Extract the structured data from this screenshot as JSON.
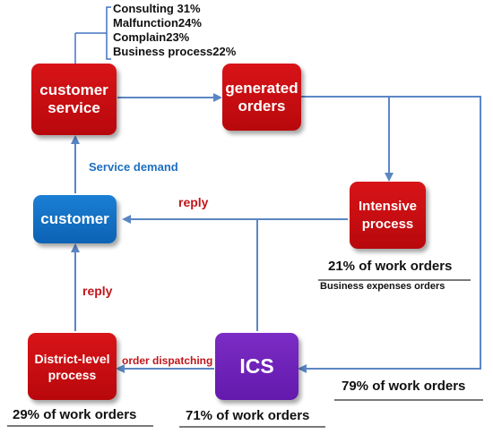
{
  "legend": {
    "items": [
      "Consulting 31%",
      "Malfunction24%",
      "Complain23%",
      "Business process22%"
    ]
  },
  "nodes": {
    "customer_service": "customer service",
    "generated_orders": "generated orders",
    "intensive_process": "Intensive process",
    "customer": "customer",
    "ics": "ICS",
    "district_process": "District-level process"
  },
  "edge_labels": {
    "service_demand": "Service demand",
    "reply_top": "reply",
    "reply_left": "reply",
    "order_dispatching": "order dispatching"
  },
  "stats": {
    "intensive_pct": "21% of work orders",
    "business_expenses": "Business expenses orders",
    "right_pct": "79% of work orders",
    "district_pct": "29% of work orders",
    "ics_pct": "71% of work orders"
  },
  "colors": {
    "red": "#c80e12",
    "blue": "#1271c4",
    "purple": "#7023b8",
    "connector": "#5b86c4",
    "label_blue": "#1d6fc0",
    "label_red": "#c0161a"
  }
}
